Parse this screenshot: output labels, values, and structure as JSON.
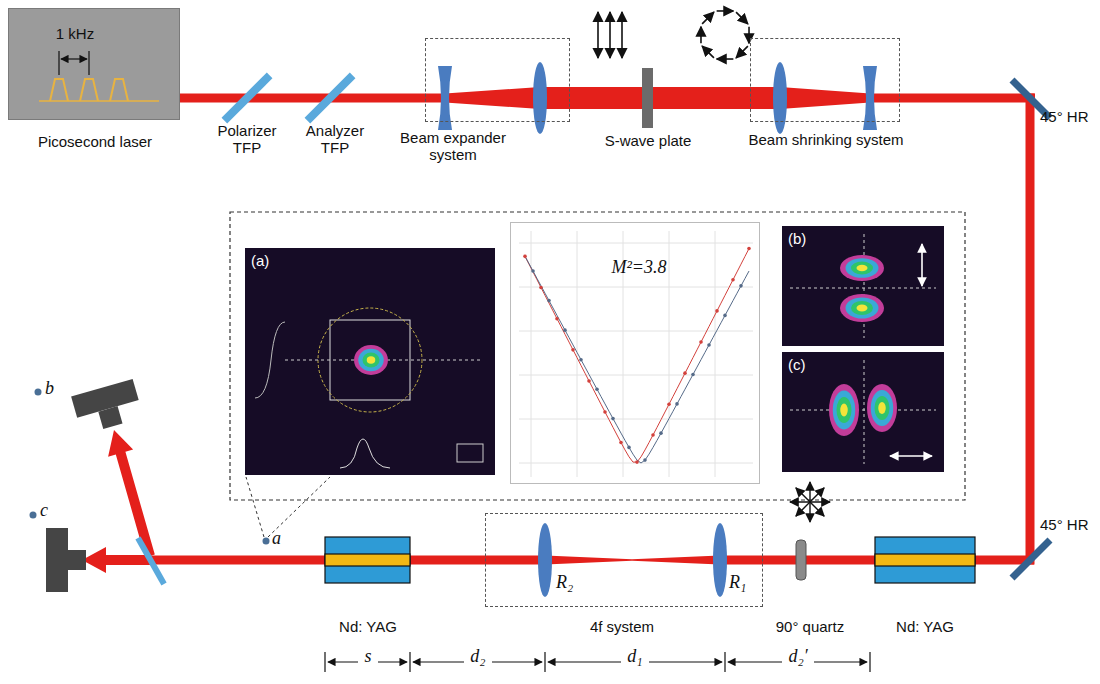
{
  "diagram": {
    "nodes": [
      {
        "text": [
          "1 kHz",
          "Picosecond laser"
        ]
      },
      {
        "text": [
          "Beam expander system"
        ]
      },
      {
        "text": [
          "Beam shrinking system"
        ]
      },
      {
        "text": [
          "R₂",
          "R₁"
        ]
      },
      {
        "text": [
          "(a)"
        ]
      },
      {
        "text": [
          "M²=3.8"
        ]
      },
      {
        "text": [
          "(b)"
        ]
      },
      {
        "text": [
          "(c)"
        ]
      }
    ],
    "labels": [
      "Polarizer TFP",
      "Analyzer TFP",
      "S-wave plate",
      "45° HR",
      "b",
      "c",
      "a",
      "45° HR",
      "Nd: YAG",
      "4f system",
      "90° quartz",
      "Nd: YAG",
      "s",
      "d₂",
      "d₁",
      "d₂′"
    ]
  }
}
